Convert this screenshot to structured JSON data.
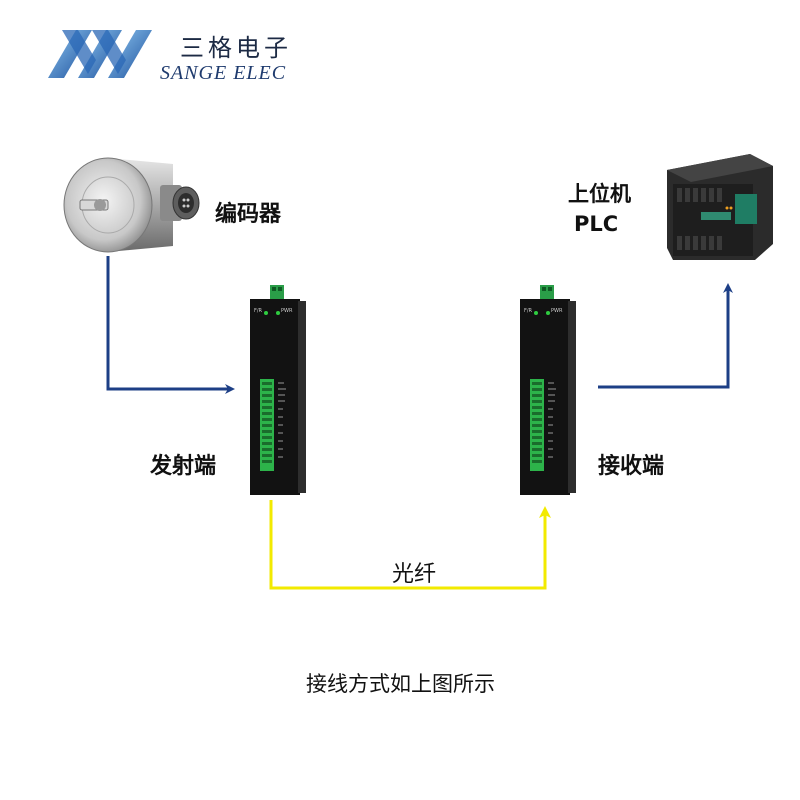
{
  "logo": {
    "name_cn": "三格电子",
    "name_en": "SANGE ELEC"
  },
  "labels": {
    "encoder": "编码器",
    "host_line1": "上位机",
    "host_line2": "PLC",
    "transmitter": "发射端",
    "receiver": "接收端",
    "fiber": "光纤"
  },
  "caption": "接线方式如上图所示",
  "module": {
    "led_label_1": "F/R",
    "led_label_2": "PWR"
  },
  "colors": {
    "signal_line": "#1d3f86",
    "fiber_line": "#f2ea00",
    "brand": "#1f5fa8"
  }
}
